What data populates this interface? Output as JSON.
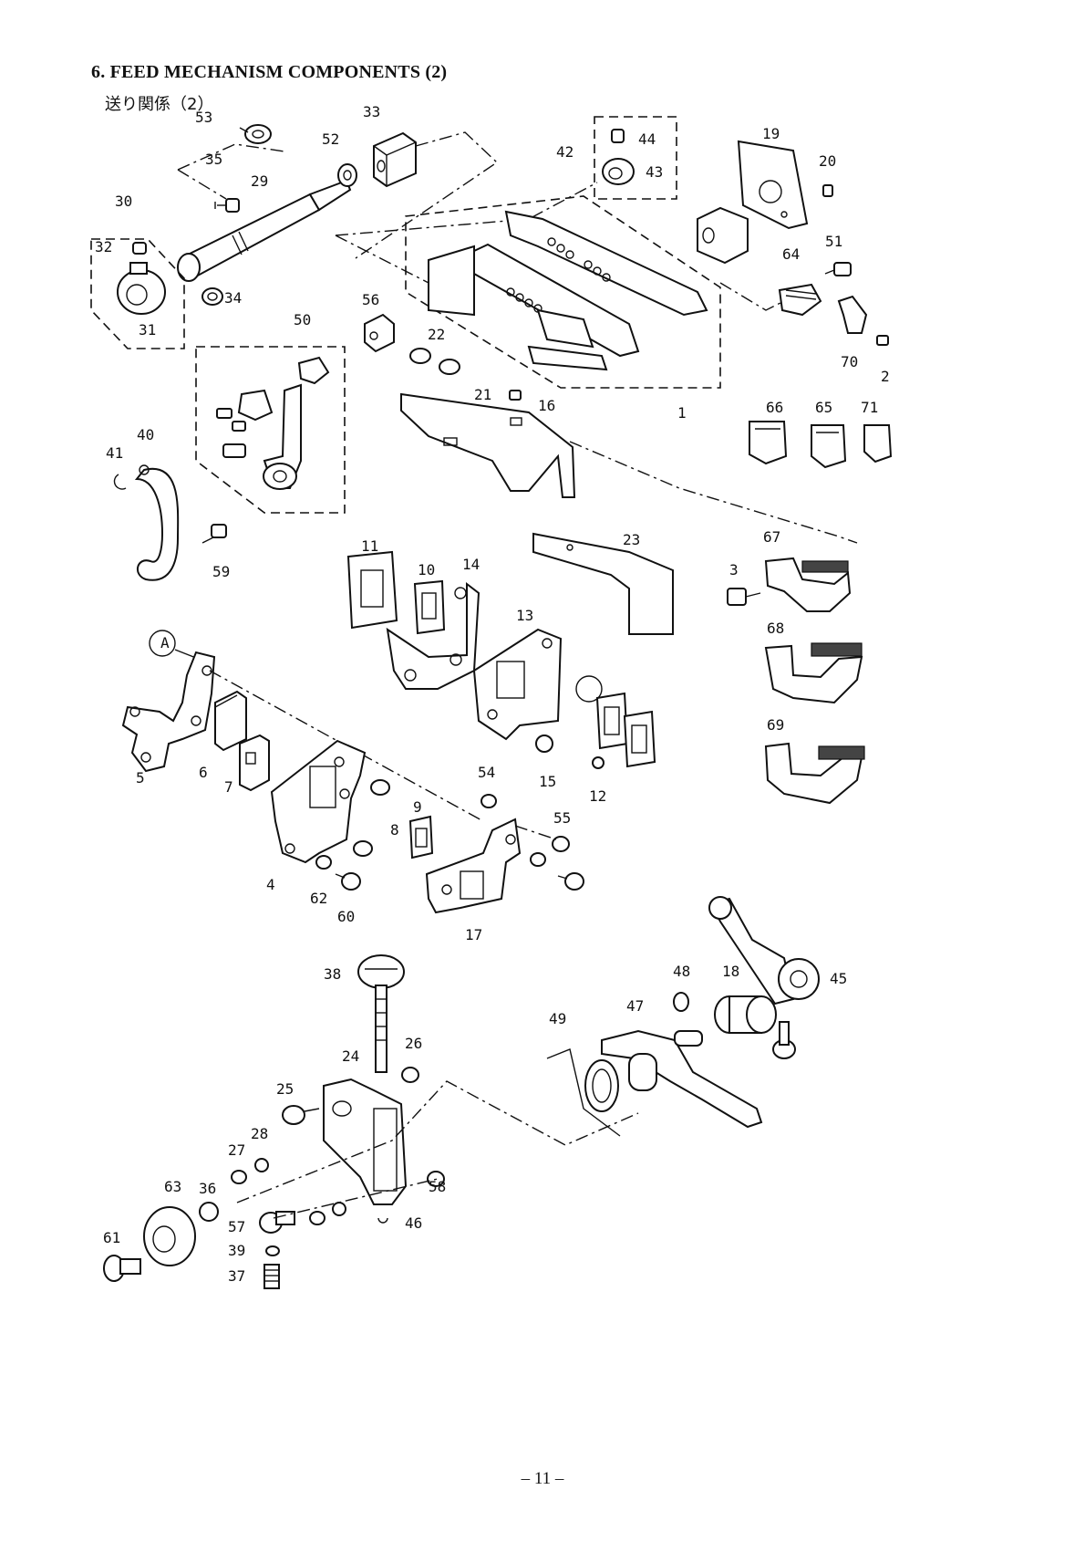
{
  "title": "6. FEED MECHANISM COMPONENTS (2)",
  "subtitle": "送り関係（2）",
  "page_number": "– 11 –",
  "callout_labels": [
    "53",
    "33",
    "52",
    "35",
    "29",
    "30",
    "32",
    "31",
    "34",
    "42",
    "44",
    "43",
    "19",
    "20",
    "64",
    "51",
    "56",
    "50",
    "22",
    "21",
    "16",
    "1",
    "70",
    "2",
    "66",
    "65",
    "71",
    "41",
    "40",
    "59",
    "11",
    "10",
    "14",
    "23",
    "67",
    "3",
    "13",
    "A",
    "68",
    "69",
    "5",
    "6",
    "7",
    "8",
    "4",
    "62",
    "60",
    "9",
    "54",
    "55",
    "15",
    "12",
    "17",
    "38",
    "48",
    "18",
    "45",
    "47",
    "49",
    "26",
    "24",
    "25",
    "28",
    "27",
    "58",
    "63",
    "36",
    "57",
    "61",
    "39",
    "37",
    "46"
  ]
}
